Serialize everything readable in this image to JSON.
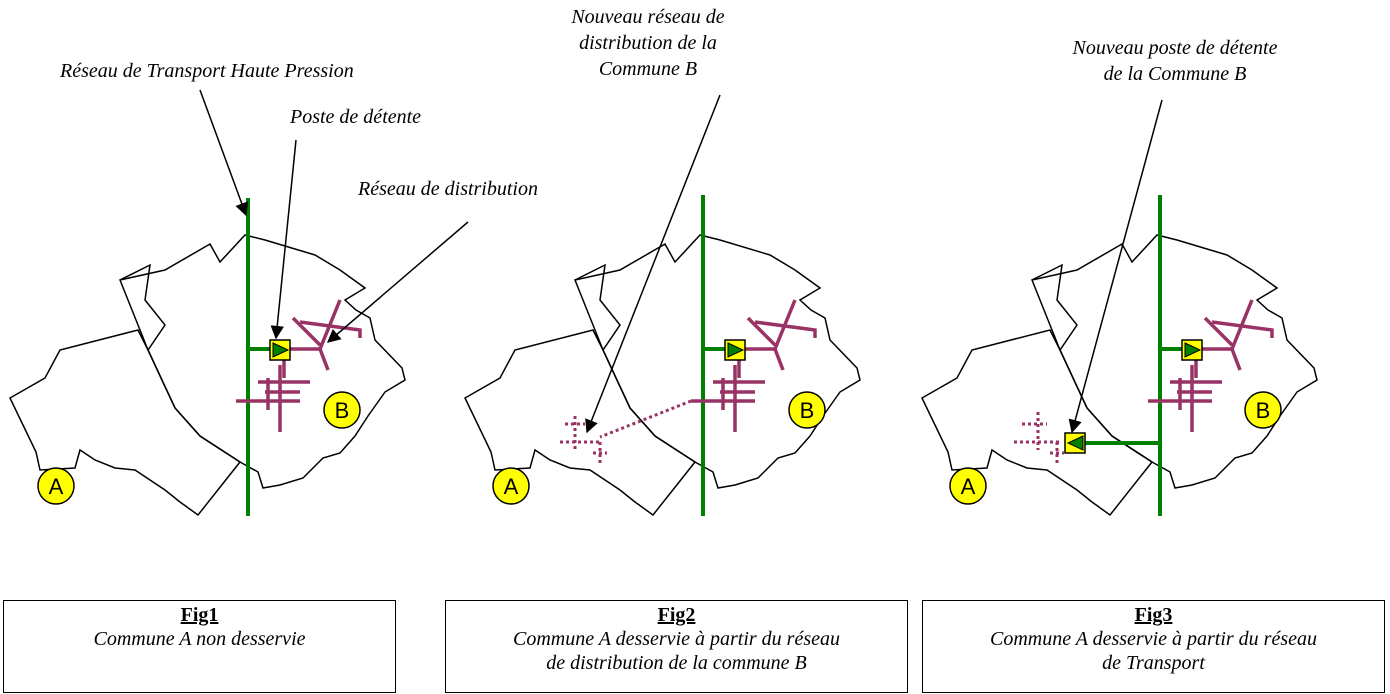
{
  "figures": [
    {
      "title": "Fig1",
      "caption": "Commune A non desservie",
      "callouts": [
        "Réseau de Transport Haute Pression",
        "Poste de détente",
        "Réseau de distribution"
      ]
    },
    {
      "title": "Fig2",
      "caption_line1": "Commune A desservie à partir du réseau",
      "caption_line2": "de distribution de la commune B",
      "callout_line1": "Nouveau réseau de",
      "callout_line2": "distribution de la",
      "callout_line3": "Commune B"
    },
    {
      "title": "Fig3",
      "caption_line1": "Commune A desservie à partir du réseau",
      "caption_line2": "de Transport",
      "callout_line1": "Nouveau poste de détente",
      "callout_line2": "de la Commune B"
    }
  ],
  "communes": {
    "a": "A",
    "b": "B"
  },
  "colors": {
    "transport": "#008000",
    "distribution": "#993366",
    "commune_badge": "#ffff00",
    "station_box": "#ffff00",
    "station_arrow": "#008000"
  }
}
